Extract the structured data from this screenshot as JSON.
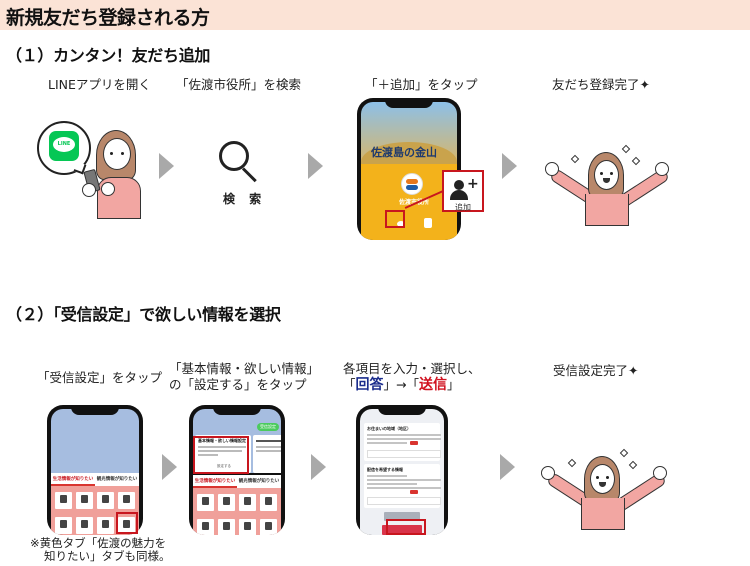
{
  "header": {
    "title": "新規友だち登録される方",
    "background": "#fbe3d6"
  },
  "section1": {
    "title": "（１）カンタン！友だち追加",
    "steps": [
      {
        "label": "LINEアプリを開く",
        "icon": "line-app-icon",
        "logo_text": "LINE"
      },
      {
        "label": "「佐渡市役所」を検索",
        "icon": "search-icon",
        "icon_caption": "検 索"
      },
      {
        "label": "「＋追加」をタップ",
        "phone": {
          "banner_title": "佐渡島の金山",
          "account_name": "佐渡市役所"
        },
        "add_button_label": "追加"
      },
      {
        "label": "友だち登録完了✦"
      }
    ]
  },
  "section2": {
    "title": "（２）「受信設定」で欲しい情報を選択",
    "steps": [
      {
        "label": "「受信設定」をタップ",
        "phone": {
          "tabs": [
            "生活情報が知りたい",
            "観光情報が知りたい"
          ]
        }
      },
      {
        "label_line1": "「基本情報・欲しい情報」",
        "label_line2": "の「設定する」をタップ",
        "phone": {
          "card_title": "基本情報・欲しい情報設定",
          "card_button": "設定する",
          "recv_button": "受信設定"
        }
      },
      {
        "label_line1": "各項目を入力・選択し、",
        "label_open1": "「",
        "answer": "回答",
        "label_mid": "」→「",
        "send": "送信",
        "label_close": "」",
        "phone": {
          "section1": "お住まいの地域（地区）",
          "section2": "配信を希望する情報"
        }
      },
      {
        "label": "受信設定完了✦"
      }
    ],
    "note_line1": "※黄色タブ「佐渡の魅力を",
    "note_line2": "知りたい」タブも同様。"
  },
  "colors": {
    "arrow": "#a9a9a9",
    "highlight_red": "#c8161e",
    "answer_blue": "#1a2c8c",
    "send_red": "#d0101e",
    "line_green": "#06c755",
    "sweater_pink": "#f2a6a2"
  }
}
